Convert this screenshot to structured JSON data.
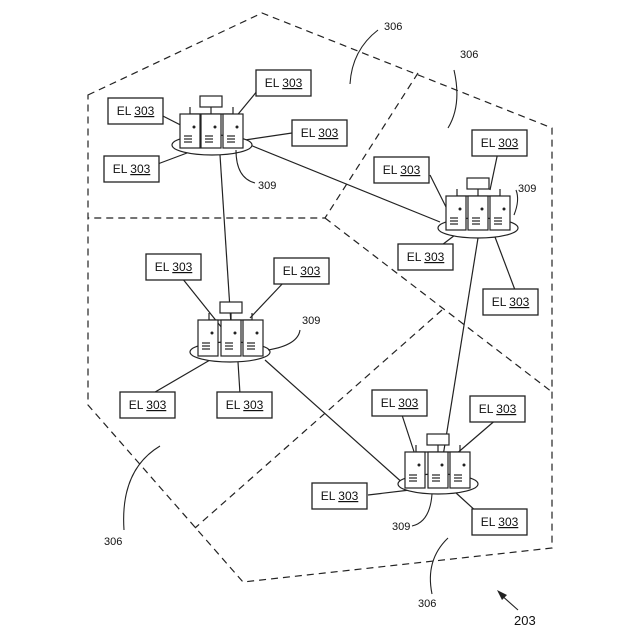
{
  "figure_number": "203",
  "element_label": "EL",
  "element_ref": "303",
  "region_ref": "306",
  "hub_ref": "309",
  "hubs": [
    {
      "id": "hub-top-left",
      "labels": [
        "EL 303",
        "EL 303",
        "EL 303",
        "EL 303"
      ]
    },
    {
      "id": "hub-top-right",
      "labels": [
        "EL 303",
        "EL 303",
        "EL 303",
        "EL 303"
      ]
    },
    {
      "id": "hub-middle-left",
      "labels": [
        "EL 303",
        "EL 303",
        "EL 303",
        "EL 303"
      ]
    },
    {
      "id": "hub-bottom-right",
      "labels": [
        "EL 303",
        "EL 303",
        "EL 303",
        "EL 303"
      ]
    }
  ]
}
